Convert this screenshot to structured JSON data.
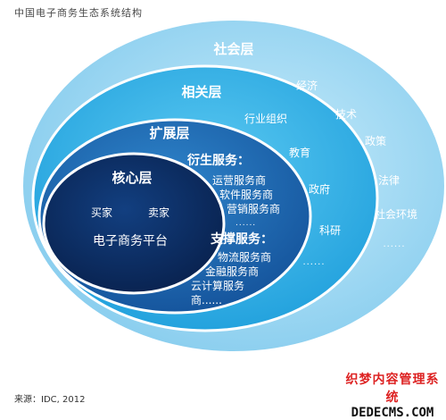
{
  "title": "中国电子商务生态系统结构",
  "layers": {
    "social": {
      "label": "社会层",
      "items": [
        "经济",
        "技术",
        "政策",
        "法律",
        "社会环境"
      ],
      "more": "......"
    },
    "related": {
      "label": "相关层",
      "items": [
        "行业组织",
        "教育",
        "政府",
        "科研"
      ],
      "more": "......"
    },
    "extended": {
      "label": "扩展层",
      "derivative": {
        "heading": "衍生服务：",
        "items": [
          "运营服务商",
          "软件服务商",
          "营销服务商"
        ],
        "more": "......"
      },
      "support": {
        "heading": "支撑服务：",
        "items": [
          "物流服务商",
          "金融服务商",
          "云计算服务",
          "商......"
        ]
      }
    },
    "core": {
      "label": "核心层",
      "buyer": "买家",
      "seller": "卖家",
      "platform": "电子商务平台"
    }
  },
  "source": "来源：IDC, 2012",
  "watermark": {
    "line1": "织梦内容管理系统",
    "line2": "DEDECMS.COM"
  },
  "colors": {
    "social": "#8fd2f0",
    "related": "#31b0e6",
    "extended": "#1a64b0",
    "core": "#0c2f66",
    "ring_white": "#ffffff"
  }
}
